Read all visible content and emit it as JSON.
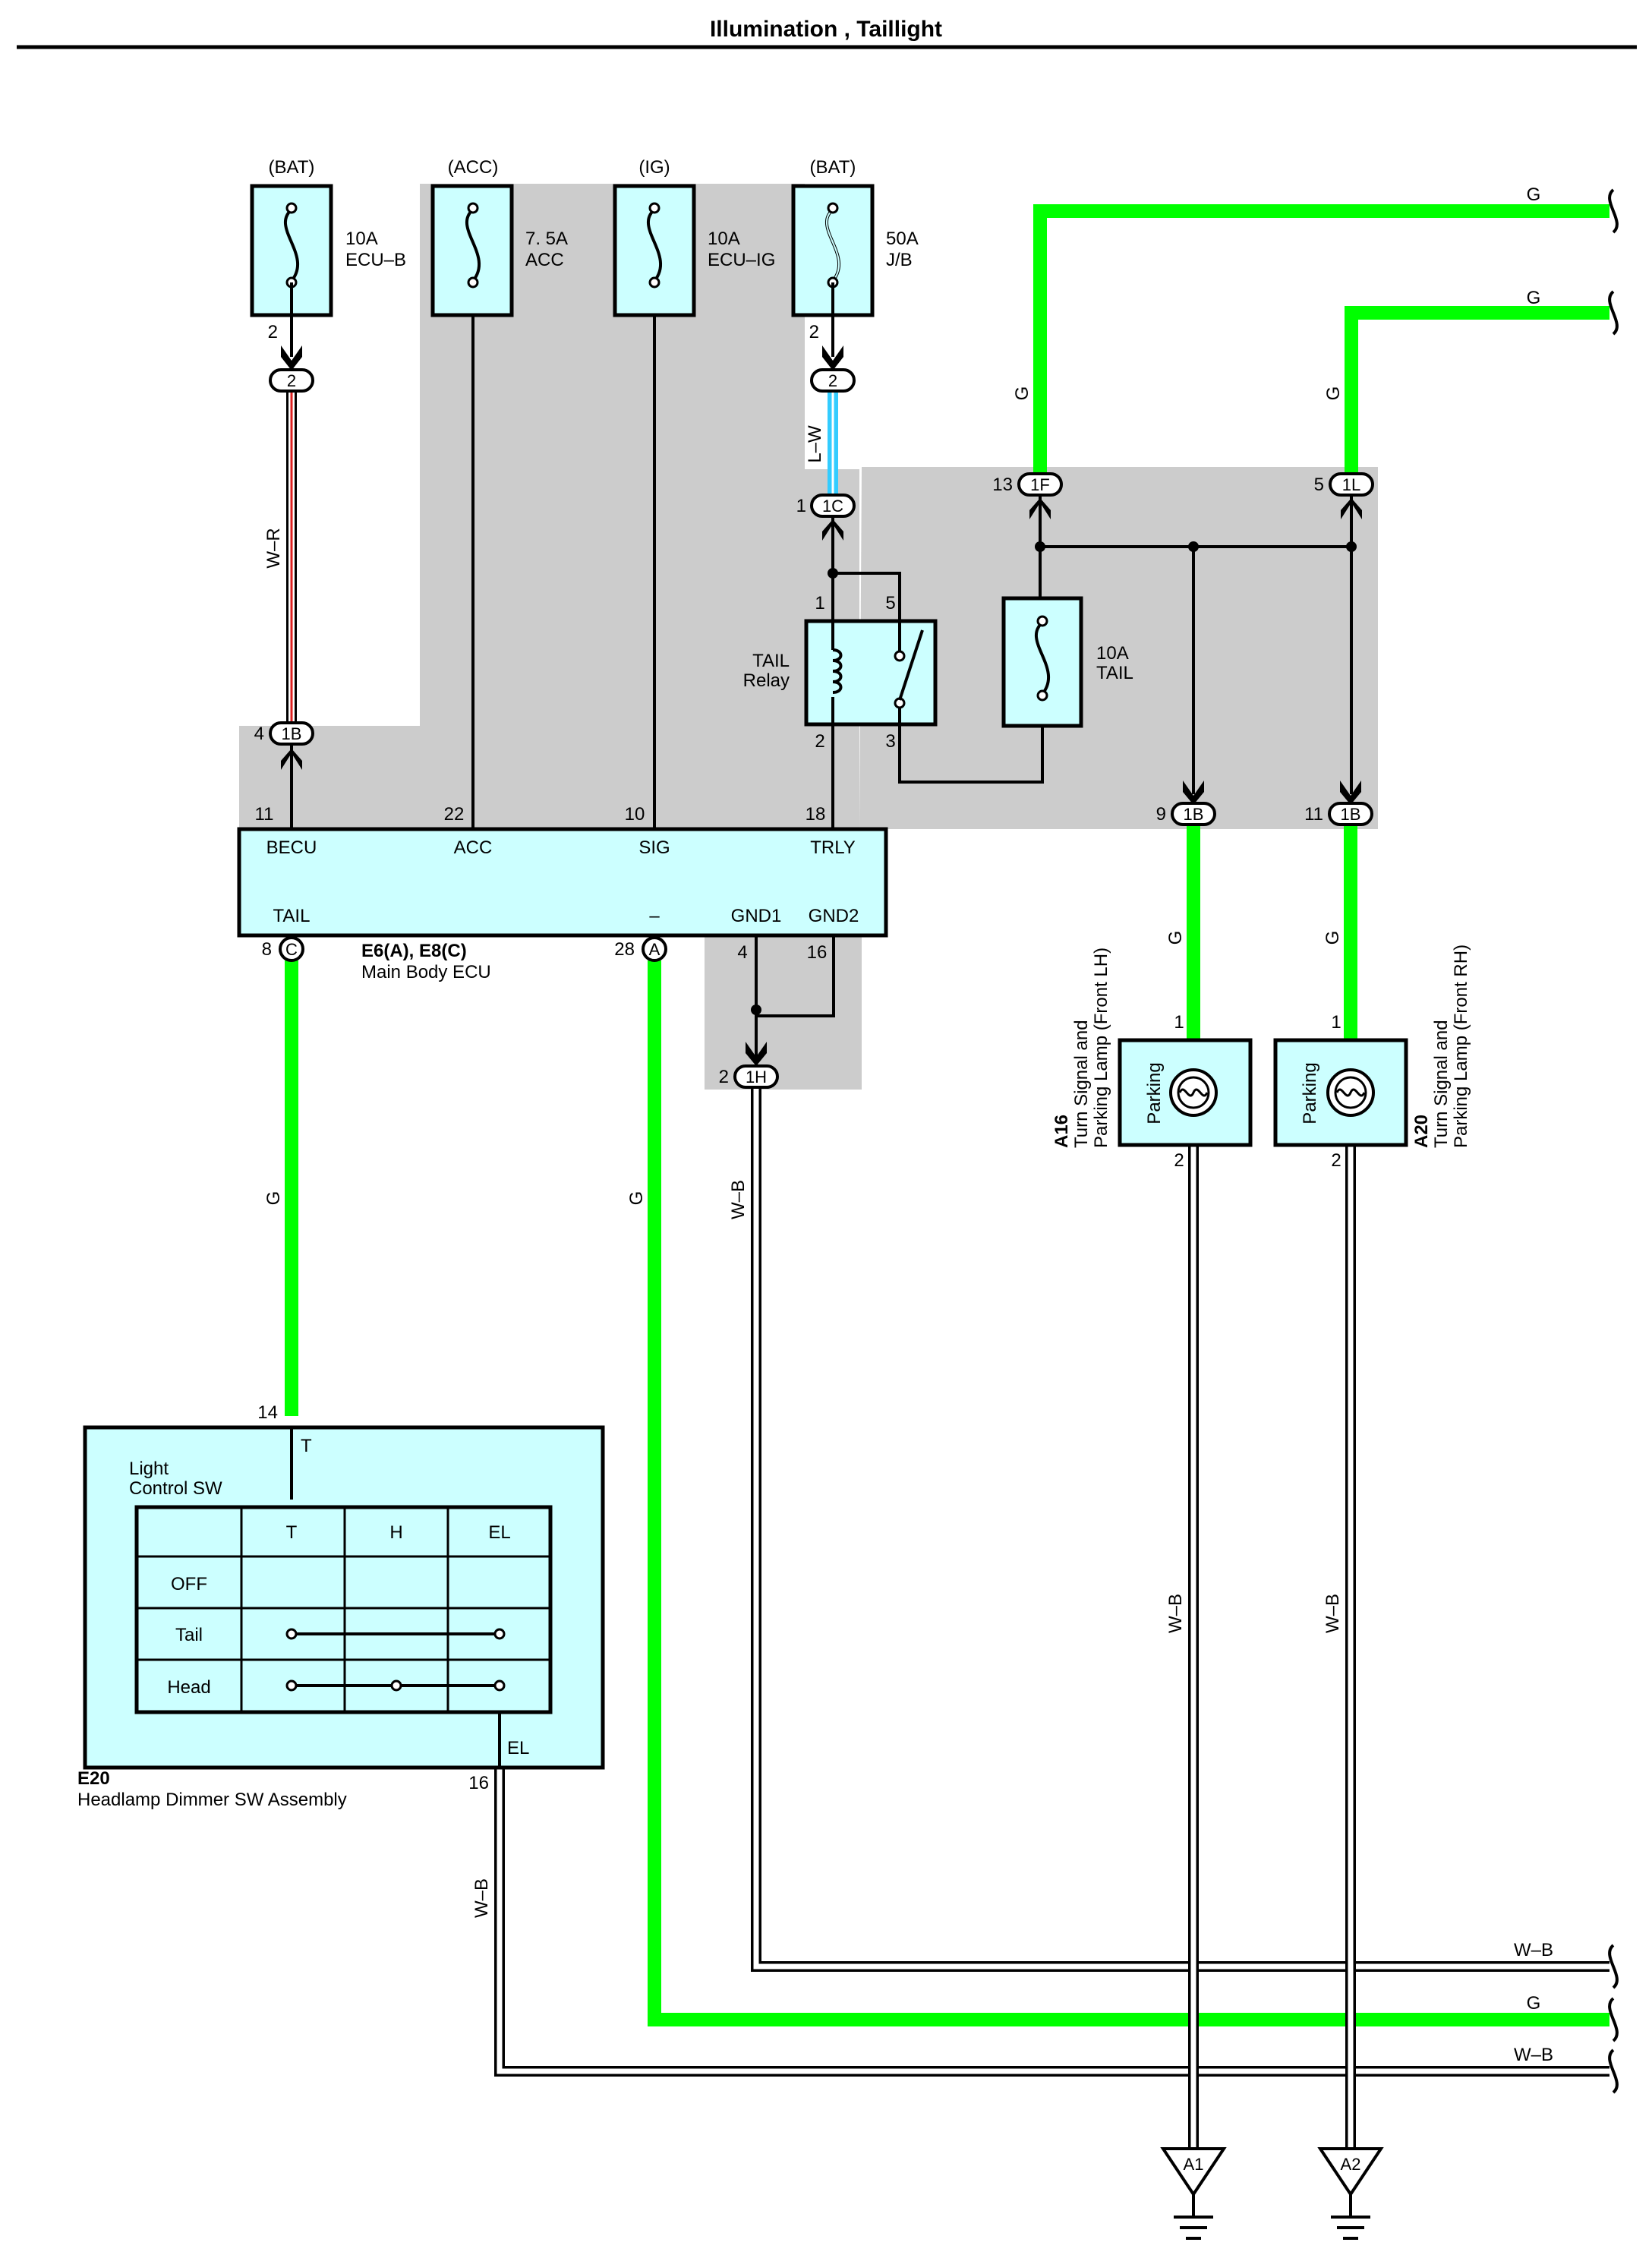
{
  "title": "Illumination , Taillight",
  "fuses": [
    {
      "src": "(BAT)",
      "rating": "10A",
      "name": "ECU–B",
      "pin": "2",
      "conn": "2"
    },
    {
      "src": "(ACC)",
      "rating": "7. 5A",
      "name": "ACC"
    },
    {
      "src": "(IG)",
      "rating": "10A",
      "name": "ECU–IG"
    },
    {
      "src": "(BAT)",
      "rating": "50A",
      "name": "J/B",
      "pin": "2",
      "conn": "2"
    }
  ],
  "tail_fuse": {
    "rating": "10A",
    "name": "TAIL"
  },
  "relay": {
    "name1": "TAIL",
    "name2": "Relay",
    "pins": [
      "1",
      "5",
      "2",
      "3"
    ]
  },
  "connectors": {
    "c1C": {
      "pin": "1",
      "label": "1C"
    },
    "c1F": {
      "pin": "13",
      "label": "1F"
    },
    "c1L": {
      "pin": "5",
      "label": "1L"
    },
    "c1B_ecu": {
      "pin": "4",
      "label": "1B"
    },
    "c1B_lh": {
      "pin": "9",
      "label": "1B"
    },
    "c1B_rh": {
      "pin": "11",
      "label": "1B"
    },
    "c1H": {
      "pin": "2",
      "label": "1H"
    },
    "cC": {
      "pin": "8",
      "label": "C"
    },
    "cA": {
      "pin": "28",
      "label": "A"
    }
  },
  "ecu": {
    "code": "E6(A), E8(C)",
    "name": "Main Body ECU",
    "top_terms": [
      {
        "pin": "11",
        "name": "BECU"
      },
      {
        "pin": "22",
        "name": "ACC"
      },
      {
        "pin": "10",
        "name": "SIG"
      },
      {
        "pin": "18",
        "name": "TRLY"
      }
    ],
    "bottom_terms": [
      {
        "name": "TAIL"
      },
      {
        "name": "–"
      },
      {
        "name": "GND1",
        "pin": "4"
      },
      {
        "name": "GND2",
        "pin": "16"
      }
    ]
  },
  "wires": {
    "wr": "W–R",
    "lw": "L–W",
    "g": "G",
    "wb": "W–B"
  },
  "lamps": [
    {
      "code": "A16",
      "name1": "Turn Signal and",
      "name2": "Parking Lamp (Front LH)",
      "label": "Parking",
      "pin_top": "1",
      "pin_bot": "2"
    },
    {
      "code": "A20",
      "name1": "Turn Signal and",
      "name2": "Parking Lamp (Front RH)",
      "label": "Parking",
      "pin_top": "1",
      "pin_bot": "2"
    }
  ],
  "switch": {
    "code": "E20",
    "name": "Headlamp Dimmer SW Assembly",
    "inner1": "Light",
    "inner2": "Control SW",
    "pin_t": "14",
    "term_t": "T",
    "pin_el": "16",
    "term_el": "EL",
    "cols": [
      "T",
      "H",
      "EL"
    ],
    "rows": [
      "OFF",
      "Tail",
      "Head"
    ]
  },
  "grounds": [
    "A1",
    "A2"
  ],
  "colors": {
    "green": "#00ff00",
    "cyan": "#33ccff",
    "red": "#dd2222",
    "gray": "#cccccc",
    "box": "#ccffff"
  }
}
